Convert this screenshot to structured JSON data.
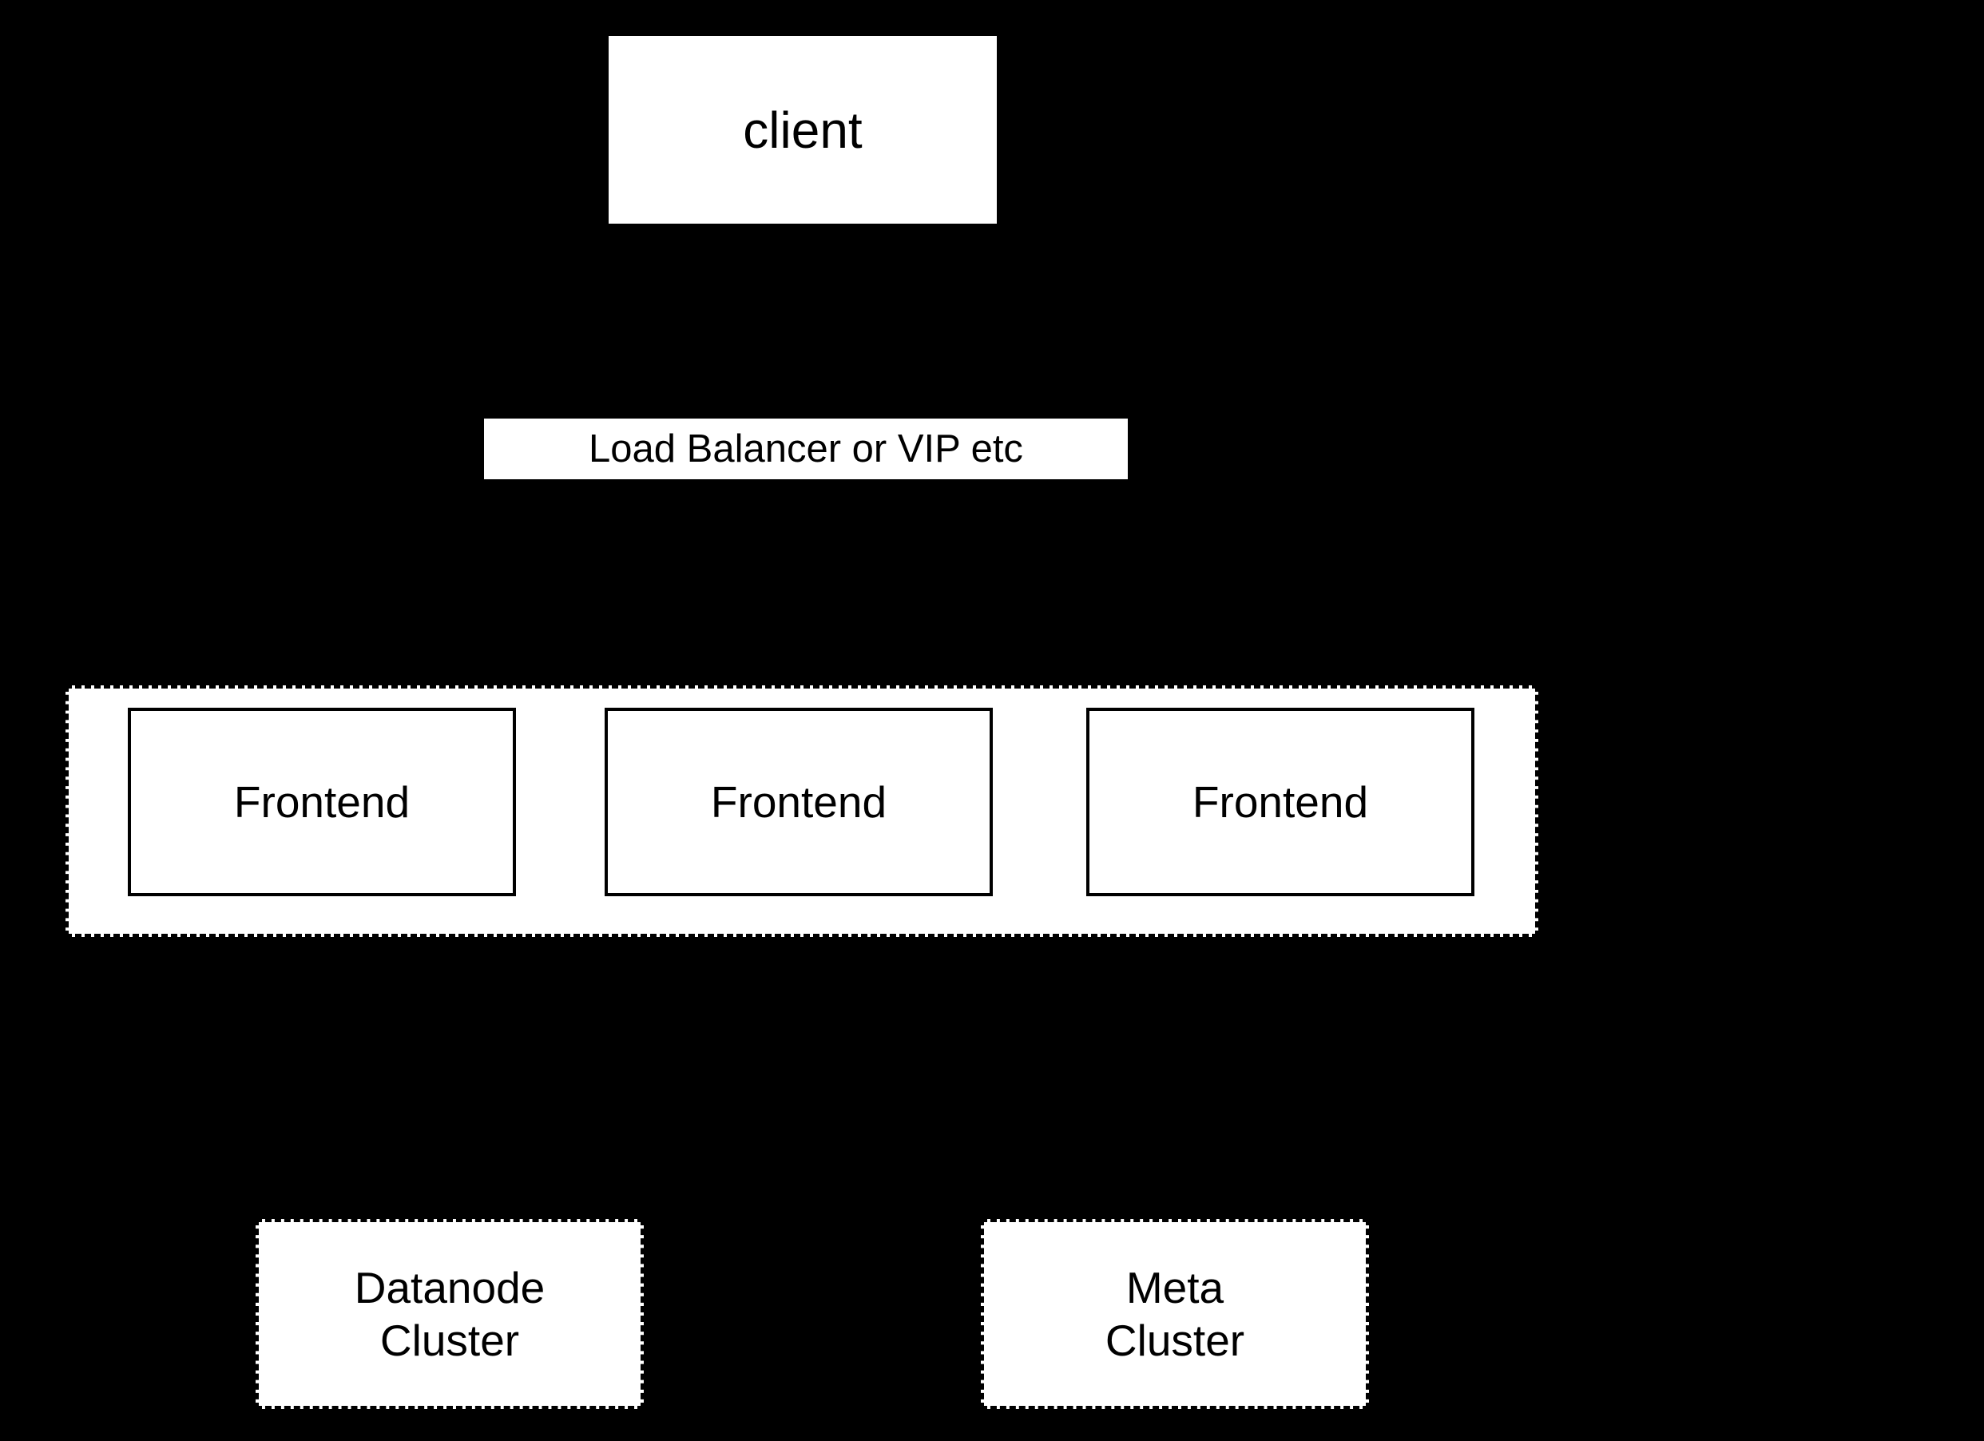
{
  "diagram": {
    "background_color": "#000000",
    "node_fill_color": "#ffffff",
    "line_color": "#000000",
    "nodes": {
      "client": {
        "label": "client"
      },
      "load_balancer": {
        "label": "Load Balancer or VIP etc"
      },
      "frontend_group": {
        "frontends": [
          {
            "label": "Frontend"
          },
          {
            "label": "Frontend"
          },
          {
            "label": "Frontend"
          }
        ]
      },
      "datanode_cluster": {
        "lines": [
          "Datanode",
          "Cluster"
        ]
      },
      "meta_cluster": {
        "lines": [
          "Meta",
          "Cluster"
        ]
      }
    }
  }
}
